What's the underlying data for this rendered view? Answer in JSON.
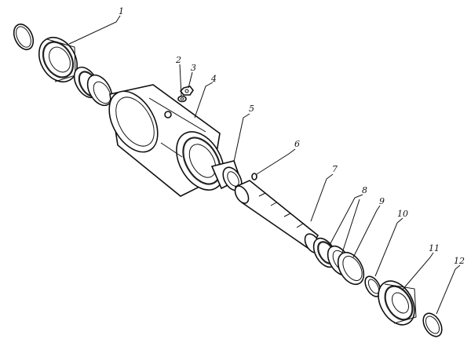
{
  "drawing": {
    "labels": [
      "1",
      "2",
      "3",
      "4",
      "5",
      "6",
      "7",
      "8",
      "9",
      "10",
      "11",
      "12"
    ]
  }
}
